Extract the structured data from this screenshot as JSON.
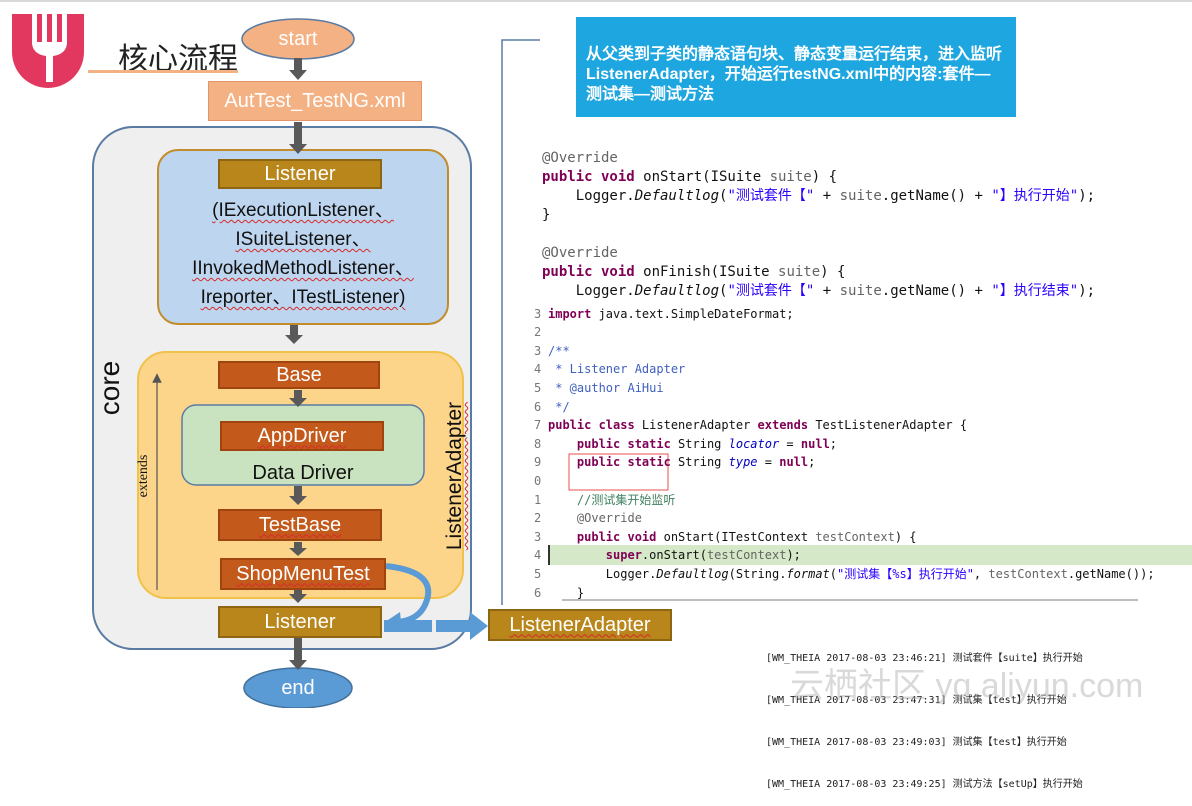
{
  "header": {
    "title": "核心流程"
  },
  "flow": {
    "start": "start",
    "xml": "AutTest_TestNG.xml",
    "listener_top": "Listener",
    "listener_desc": [
      "(IExecutionListener、",
      "ISuiteListener、",
      "IInvokedMethodListener、",
      "Ireporter、ITestListener)"
    ],
    "core_label": "core",
    "base": "Base",
    "app_driver": "AppDriver",
    "data_driver": "Data Driver",
    "test_base": "TestBase",
    "shop_menu_test": "ShopMenuTest",
    "listener_bottom": "Listener",
    "extends_label": "extends",
    "listener_adapter_vertical": "ListenerAdapter",
    "listener_adapter_box": "ListenerAdapter",
    "end": "end"
  },
  "callout": {
    "text": "从父类到子类的静态语句块、静态变量运行结束，进入监听ListenerAdapter，开始运行testNG.xml中的内容:套件—测试集—测试方法"
  },
  "code1": {
    "a1": "@Override",
    "a2": "public void",
    "a3": " onStart(ISuite ",
    "a4": "suite",
    "a5": ") {",
    "a6": "    Logger.",
    "a7": "Defaultlog",
    "a8": "(",
    "a9": "\"测试套件【\"",
    "a10": " + ",
    "a11": "suite",
    "a12": ".getName() + ",
    "a13": "\"】执行开始\"",
    "a14": ");",
    "a15": "}",
    "b1": "@Override",
    "b2": "public void",
    "b3": " onFinish(ISuite ",
    "b4": "suite",
    "b5": ") {",
    "b6": "    Logger.",
    "b7": "Defaultlog",
    "b8": "(",
    "b9": "\"测试套件【\"",
    "b10": " + ",
    "b11": "suite",
    "b12": ".getName() + ",
    "b13": "\"】执行结束\"",
    "b14": ");"
  },
  "code2": {
    "l1n": "3",
    "l1a": "import",
    "l1b": " java.text.SimpleDateFormat;",
    "l2n": "2",
    "l3n": "3",
    "l3a": "/**",
    "l4n": "4",
    "l4a": " * Listener Adapter",
    "l5n": "5",
    "l5a": " * @author AiHui",
    "l6n": "6",
    "l6a": " */",
    "l7n": "7",
    "l7a": "public class",
    "l7b": " ListenerAdapter ",
    "l7c": "extends",
    "l7d": " TestListenerAdapter {",
    "l8n": "8",
    "l8a": "    public static",
    "l8b": " String ",
    "l8c": "locator",
    "l8d": " = ",
    "l8e": "null",
    "l8f": ";",
    "l9n": "9",
    "l9a": "    public static",
    "l9b": " String ",
    "l9c": "type",
    "l9d": " = ",
    "l9e": "null",
    "l9f": ";",
    "l10n": "0",
    "l11n": "1",
    "l11a": "    //测试集开始监听",
    "l12n": "2",
    "l12a": "    @Override",
    "l13n": "3",
    "l13a": "    public void",
    "l13b": " onStart(ITestContext ",
    "l13c": "testContext",
    "l13d": ") {",
    "l14n": "4",
    "l14a": "        super",
    "l14b": ".onStart(",
    "l14c": "testContext",
    "l14d": ");",
    "l15n": "5",
    "l15a": "        Logger.",
    "l15b": "Defaultlog",
    "l15c": "(String.",
    "l15d": "format",
    "l15e": "(",
    "l15f": "\"测试集【%s】执行开始\"",
    "l15g": ", ",
    "l15h": "testContext",
    "l15i": ".getName());",
    "l16n": "6",
    "l16a": "    }"
  },
  "console": {
    "lines": [
      "[WM_THEIA 2017-08-03 23:46:21] 测试套件【suite】执行开始",
      "[WM_THEIA 2017-08-03 23:47:31] 测试集【test】执行开始",
      "[WM_THEIA 2017-08-03 23:49:03] 测试集【test】执行开始",
      "[WM_THEIA 2017-08-03 23:49:25] 测试方法【setUp】执行开始"
    ]
  },
  "watermark": "云栖社区 yq.aliyun.com",
  "colors": {
    "core_bg": "#efefef",
    "core_border": "#5a7ba3",
    "listener_bg": "#bdd5ee",
    "base_bg": "#fdd58a",
    "driver_bg": "#c9e2bf",
    "gold": "#b8861b",
    "rust": "#c35a1c",
    "salmon": "#f4b183",
    "blue": "#5b9bd5",
    "callout": "#1ea6e0",
    "logo": "#e2375e"
  }
}
